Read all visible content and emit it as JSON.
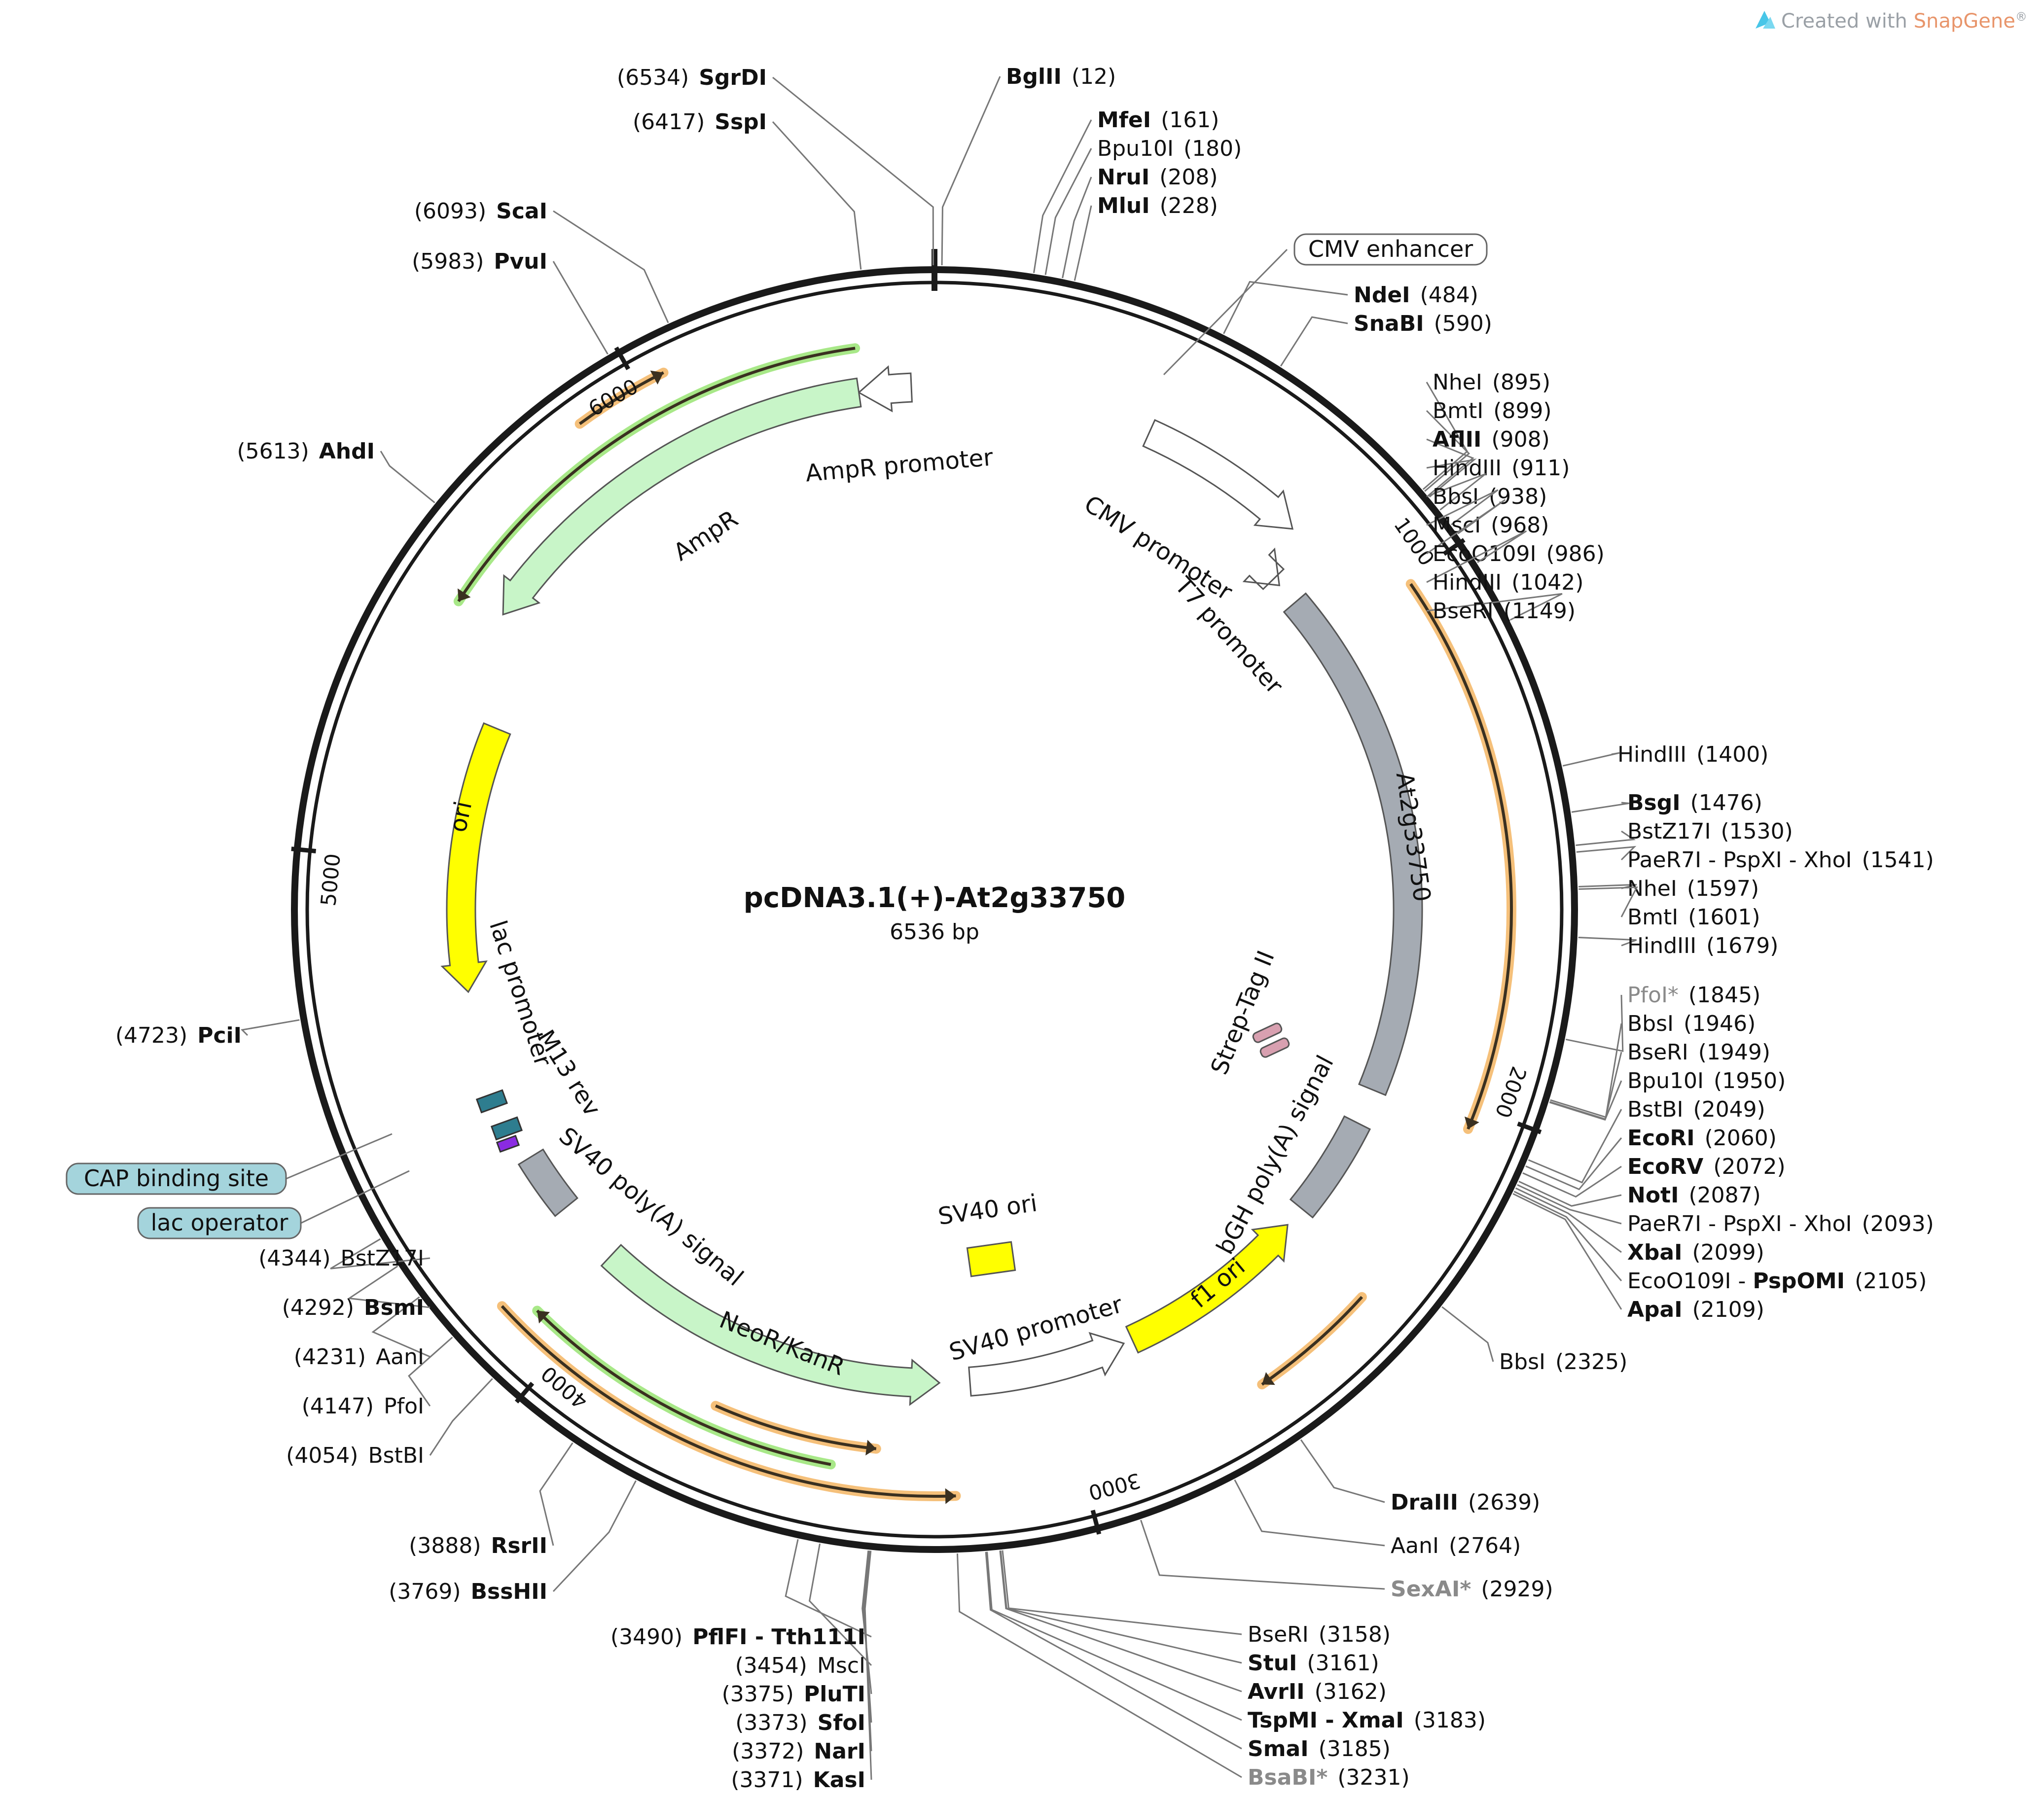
{
  "title": "pcDNA3.1(+)-At2g33750",
  "length_label": "6536 bp",
  "total_bp": 6536,
  "watermark": {
    "prefix": "Created with ",
    "brand": "SnapGene",
    "mark": "®"
  },
  "ticks": [
    "1000",
    "2000",
    "3000",
    "4000",
    "5000",
    "6000"
  ],
  "colors": {
    "backbone": "#1a1a1a",
    "amp": "#c8f5c8",
    "ori": "#ffff00",
    "gene": "#a5abb3",
    "promoter": "#ffffff",
    "orf_outline": "#f5c07a",
    "orf_green": "#a8e888",
    "cap": "#a4d4dc",
    "strep": "#d8a0b0"
  },
  "features": [
    {
      "label": "AmpR promoter",
      "start": 6385,
      "end": 6490,
      "ring": 1,
      "color": "#ffffff",
      "arrow": "ccw"
    },
    {
      "label": "AmpR",
      "start": 5526,
      "end": 6385,
      "ring": 1,
      "color": "#c8f5c8",
      "arrow": "ccw"
    },
    {
      "label": "CMV promoter",
      "start": 440,
      "end": 785,
      "ring": 1,
      "color": "#ffffff",
      "arrow": "cw"
    },
    {
      "label": "T7 promoter",
      "start": 830,
      "end": 849,
      "ring": 2,
      "color": "#ffffff",
      "arrow": "cw"
    },
    {
      "label": "At2g33750",
      "start": 900,
      "end": 2040,
      "ring": 2,
      "color": "#a5abb3",
      "arrow": "none"
    },
    {
      "label": "bGH poly(A) signal",
      "start": 2120,
      "end": 2345,
      "ring": 2,
      "color": "#a5abb3",
      "arrow": "none"
    },
    {
      "label": "f1 ori",
      "start": 2392,
      "end": 2820,
      "ring": 2,
      "color": "#ffff00",
      "arrow": "ccw"
    },
    {
      "label": "SV40 promoter",
      "start": 2840,
      "end": 3190,
      "ring": 2,
      "color": "#ffffff",
      "arrow": "ccw"
    },
    {
      "label": "NeoR/KanR",
      "start": 3257,
      "end": 4050,
      "ring": 2,
      "color": "#c8f5c8",
      "arrow": "ccw"
    },
    {
      "label": "SV40 poly(A) signal",
      "start": 4195,
      "end": 4330,
      "ring": 2,
      "color": "#a5abb3",
      "arrow": "none"
    },
    {
      "label": "ori",
      "start": 4720,
      "end": 5310,
      "ring": 2,
      "color": "#ffff00",
      "arrow": "ccw"
    }
  ],
  "inner_labels": [
    {
      "text": "CMV promoter",
      "key": "cmv"
    },
    {
      "text": "T7 promoter",
      "key": "t7"
    },
    {
      "text": "At2g33750",
      "key": "gene"
    },
    {
      "text": "bGH poly(A) signal",
      "key": "bgh"
    },
    {
      "text": "f1 ori",
      "key": "f1"
    },
    {
      "text": "SV40 promoter",
      "key": "sv40p"
    },
    {
      "text": "NeoR/KanR",
      "key": "neo"
    },
    {
      "text": "SV40 poly(A) signal",
      "key": "sv40pa"
    },
    {
      "text": "SV40 ori",
      "key": "sv40ori"
    },
    {
      "text": "Strep-Tag II",
      "key": "strep"
    },
    {
      "text": "ori",
      "key": "ori"
    },
    {
      "text": "lac promoter",
      "key": "lac"
    },
    {
      "text": "M13 rev",
      "key": "m13"
    },
    {
      "text": "AmpR promoter",
      "key": "ampp"
    },
    {
      "text": "AmpR",
      "key": "amp"
    }
  ],
  "boxed_labels": [
    {
      "text": "CMV enhancer",
      "style": "white"
    },
    {
      "text": "CAP binding site",
      "style": "cyan"
    },
    {
      "text": "lac operator",
      "style": "cyan"
    }
  ],
  "sites": [
    {
      "name": "BglII",
      "pos": "(12)",
      "bold": true,
      "gray": false
    },
    {
      "name": "MfeI",
      "pos": "(161)",
      "bold": true,
      "gray": false
    },
    {
      "name": "Bpu10I",
      "pos": "(180)",
      "bold": false,
      "gray": false
    },
    {
      "name": "NruI",
      "pos": "(208)",
      "bold": true,
      "gray": false
    },
    {
      "name": "MluI",
      "pos": "(228)",
      "bold": true,
      "gray": false
    },
    {
      "name": "NdeI",
      "pos": "(484)",
      "bold": true,
      "gray": false
    },
    {
      "name": "SnaBI",
      "pos": "(590)",
      "bold": true,
      "gray": false
    },
    {
      "name": "NheI",
      "pos": "(895)",
      "bold": false,
      "gray": false
    },
    {
      "name": "BmtI",
      "pos": "(899)",
      "bold": false,
      "gray": false
    },
    {
      "name": "AflII",
      "pos": "(908)",
      "bold": true,
      "gray": false
    },
    {
      "name": "HindIII",
      "pos": "(911)",
      "bold": false,
      "gray": false
    },
    {
      "name": "BbsI",
      "pos": "(938)",
      "bold": false,
      "gray": false
    },
    {
      "name": "MscI",
      "pos": "(968)",
      "bold": false,
      "gray": false
    },
    {
      "name": "EcoO109I",
      "pos": "(986)",
      "bold": false,
      "gray": false
    },
    {
      "name": "HindIII",
      "pos": "(1042)",
      "bold": false,
      "gray": false
    },
    {
      "name": "BseRI",
      "pos": "(1149)",
      "bold": false,
      "gray": false
    },
    {
      "name": "HindIII",
      "pos": "(1400)",
      "bold": false,
      "gray": false
    },
    {
      "name": "BsgI",
      "pos": "(1476)",
      "bold": true,
      "gray": false
    },
    {
      "name": "BstZ17I",
      "pos": "(1530)",
      "bold": false,
      "gray": false
    },
    {
      "name": "PaeR7I - PspXI - XhoI",
      "pos": "(1541)",
      "bold": false,
      "gray": false
    },
    {
      "name": "NheI",
      "pos": "(1597)",
      "bold": false,
      "gray": false
    },
    {
      "name": "BmtI",
      "pos": "(1601)",
      "bold": false,
      "gray": false
    },
    {
      "name": "HindIII",
      "pos": "(1679)",
      "bold": false,
      "gray": false
    },
    {
      "name": "PfoI*",
      "pos": "(1845)",
      "bold": false,
      "gray": true
    },
    {
      "name": "BbsI",
      "pos": "(1946)",
      "bold": false,
      "gray": false
    },
    {
      "name": "BseRI",
      "pos": "(1949)",
      "bold": false,
      "gray": false
    },
    {
      "name": "Bpu10I",
      "pos": "(1950)",
      "bold": false,
      "gray": false
    },
    {
      "name": "BstBI",
      "pos": "(2049)",
      "bold": false,
      "gray": false
    },
    {
      "name": "EcoRI",
      "pos": "(2060)",
      "bold": true,
      "gray": false
    },
    {
      "name": "EcoRV",
      "pos": "(2072)",
      "bold": true,
      "gray": false
    },
    {
      "name": "NotI",
      "pos": "(2087)",
      "bold": true,
      "gray": false
    },
    {
      "name": "PaeR7I - PspXI - XhoI",
      "pos": "(2093)",
      "bold": false,
      "gray": false
    },
    {
      "name": "XbaI",
      "pos": "(2099)",
      "bold": true,
      "gray": false
    },
    {
      "name": "EcoO109I - ",
      "name2": "PspOMI",
      "pos": "(2105)",
      "bold": false,
      "gray": false
    },
    {
      "name": "ApaI",
      "pos": "(2109)",
      "bold": true,
      "gray": false
    },
    {
      "name": "BbsI",
      "pos": "(2325)",
      "bold": false,
      "gray": false
    },
    {
      "name": "DraIII",
      "pos": "(2639)",
      "bold": true,
      "gray": false
    },
    {
      "name": "AanI",
      "pos": "(2764)",
      "bold": false,
      "gray": false
    },
    {
      "name": "SexAI*",
      "pos": "(2929)",
      "bold": true,
      "gray": true
    },
    {
      "name": "BseRI",
      "pos": "(3158)",
      "bold": false,
      "gray": false
    },
    {
      "name": "StuI",
      "pos": "(3161)",
      "bold": true,
      "gray": false
    },
    {
      "name": "AvrII",
      "pos": "(3162)",
      "bold": true,
      "gray": false
    },
    {
      "name": "TspMI - XmaI",
      "pos": "(3183)",
      "bold": true,
      "gray": false
    },
    {
      "name": "SmaI",
      "pos": "(3185)",
      "bold": true,
      "gray": false
    },
    {
      "name": "BsaBI*",
      "pos": "(3231)",
      "bold": true,
      "gray": true
    },
    {
      "name": "KasI",
      "pos": "(3371)",
      "bold": true,
      "gray": false
    },
    {
      "name": "NarI",
      "pos": "(3372)",
      "bold": true,
      "gray": false
    },
    {
      "name": "SfoI",
      "pos": "(3373)",
      "bold": true,
      "gray": false
    },
    {
      "name": "PluTI",
      "pos": "(3375)",
      "bold": true,
      "gray": false
    },
    {
      "name": "MscI",
      "pos": "(3454)",
      "bold": false,
      "gray": false
    },
    {
      "name": "PflFI - Tth111I",
      "pos": "(3490)",
      "bold": true,
      "gray": false
    },
    {
      "name": "BssHII",
      "pos": "(3769)",
      "bold": true,
      "gray": false
    },
    {
      "name": "RsrII",
      "pos": "(3888)",
      "bold": true,
      "gray": false
    },
    {
      "name": "BstBI",
      "pos": "(4054)",
      "bold": false,
      "gray": false
    },
    {
      "name": "PfoI",
      "pos": "(4147)",
      "bold": false,
      "gray": false
    },
    {
      "name": "AanI",
      "pos": "(4231)",
      "bold": false,
      "gray": false
    },
    {
      "name": "BsmI",
      "pos": "(4292)",
      "bold": true,
      "gray": false
    },
    {
      "name": "BstZ17I",
      "pos": "(4344)",
      "bold": false,
      "gray": false
    },
    {
      "name": "PciI",
      "pos": "(4723)",
      "bold": true,
      "gray": false
    },
    {
      "name": "AhdI",
      "pos": "(5613)",
      "bold": true,
      "gray": false
    },
    {
      "name": "PvuI",
      "pos": "(5983)",
      "bold": true,
      "gray": false
    },
    {
      "name": "ScaI",
      "pos": "(6093)",
      "bold": true,
      "gray": false
    },
    {
      "name": "SspI",
      "pos": "(6417)",
      "bold": true,
      "gray": false
    },
    {
      "name": "SgrDI",
      "pos": "(6534)",
      "bold": true,
      "gray": false
    }
  ]
}
